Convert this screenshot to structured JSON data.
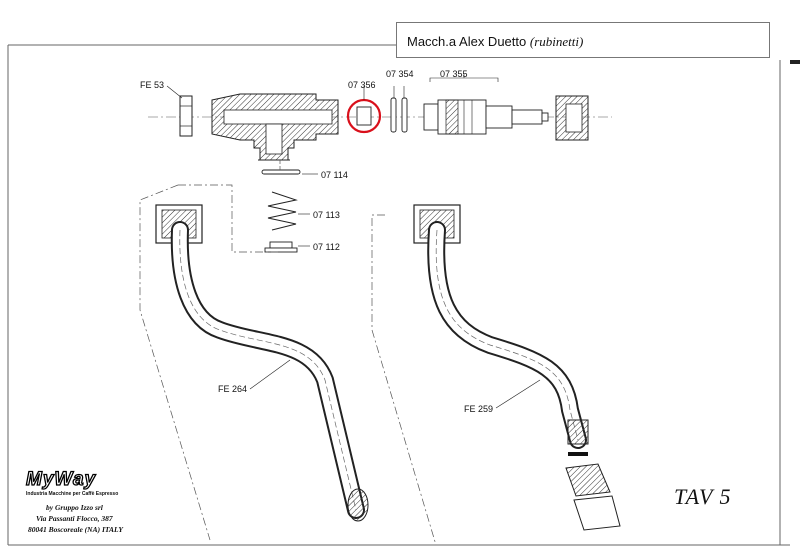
{
  "title": {
    "machine": "Macch.a Alex Duetto",
    "subtitle": "(rubinetti)"
  },
  "parts": {
    "fe53": "FE 53",
    "p07356": "07 356",
    "p07354": "07 354",
    "p07355": "07 355",
    "p07114": "07 114",
    "p07113": "07 113",
    "p07112": "07 112",
    "fe264": "FE 264",
    "fe259": "FE 259"
  },
  "table": "TAV 5",
  "company": {
    "logo": "MyWay",
    "tagline": "Industria Macchine per Caffè Espresso",
    "owner": "by Gruppo Izzo srl",
    "street": "Via Passanti Flocco, 387",
    "city": "80041 Boscoreale (NA) ITALY"
  },
  "highlight_color": "#d9101b"
}
